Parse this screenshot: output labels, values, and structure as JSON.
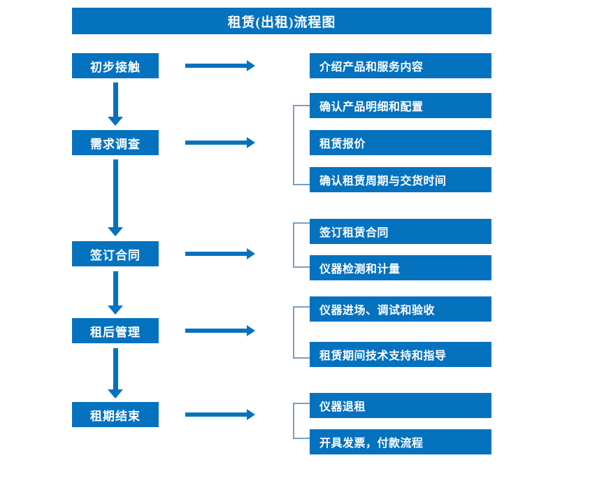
{
  "chart": {
    "type": "flowchart",
    "title": "租赁(出租)流程图",
    "orientation": "vertical-with-right-branches",
    "accent_color": "#0572c0",
    "bracket_color": "#7b9dc4",
    "text_color": "#ffffff",
    "background": "#ffffff"
  },
  "stages": [
    {
      "id": "stage-1",
      "label": "初步接触"
    },
    {
      "id": "stage-2",
      "label": "需求调查"
    },
    {
      "id": "stage-3",
      "label": "签订合同"
    },
    {
      "id": "stage-4",
      "label": "租后管理"
    },
    {
      "id": "stage-5",
      "label": "租期结束"
    }
  ],
  "details": [
    {
      "id": "detail-1",
      "label": "介绍产品和服务内容",
      "group": 1
    },
    {
      "id": "detail-2",
      "label": "确认产品明细和配置",
      "group": 2
    },
    {
      "id": "detail-3",
      "label": "租赁报价",
      "group": 2
    },
    {
      "id": "detail-4",
      "label": "确认租赁周期与交货时间",
      "group": 2
    },
    {
      "id": "detail-5",
      "label": "签订租赁合同",
      "group": 3
    },
    {
      "id": "detail-6",
      "label": "仪器检测和计量",
      "group": 3
    },
    {
      "id": "detail-7",
      "label": "仪器进场、调试和验收",
      "group": 4
    },
    {
      "id": "detail-8",
      "label": "租赁期间技术支持和指导",
      "group": 4
    },
    {
      "id": "detail-9",
      "label": "仪器退租",
      "group": 5
    },
    {
      "id": "detail-10",
      "label": "开具发票，付款流程",
      "group": 5
    }
  ],
  "chart_data": {
    "type": "flowchart",
    "title": "租赁(出租)流程图",
    "nodes": [
      {
        "stage": "初步接触",
        "details": [
          "介绍产品和服务内容"
        ]
      },
      {
        "stage": "需求调查",
        "details": [
          "确认产品明细和配置",
          "租赁报价",
          "确认租赁周期与交货时间"
        ]
      },
      {
        "stage": "签订合同",
        "details": [
          "签订租赁合同",
          "仪器检测和计量"
        ]
      },
      {
        "stage": "租后管理",
        "details": [
          "仪器进场、调试和验收",
          "租赁期间技术支持和指导"
        ]
      },
      {
        "stage": "租期结束",
        "details": [
          "仪器退租",
          "开具发票，付款流程"
        ]
      }
    ],
    "edges": [
      {
        "from": "初步接触",
        "to": "需求调查",
        "direction": "down"
      },
      {
        "from": "需求调查",
        "to": "签订合同",
        "direction": "down"
      },
      {
        "from": "签订合同",
        "to": "租后管理",
        "direction": "down"
      },
      {
        "from": "租后管理",
        "to": "租期结束",
        "direction": "down"
      }
    ],
    "legend": [],
    "grid": false
  }
}
